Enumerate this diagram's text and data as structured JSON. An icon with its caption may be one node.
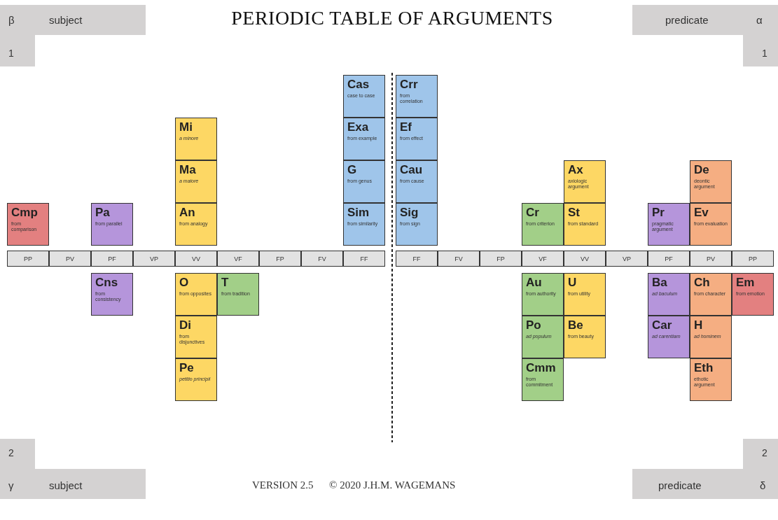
{
  "diagram": {
    "title": "PERIODIC TABLE OF ARGUMENTS",
    "nodes": [
      {
        "text": [
          "Cas",
          "case to case"
        ]
      },
      {
        "text": [
          "Crr",
          "from correlation"
        ]
      },
      {
        "text": [
          "Mi",
          "a minore"
        ]
      },
      {
        "text": [
          "Exa",
          "from example"
        ]
      },
      {
        "text": [
          "Ef",
          "from effect"
        ]
      },
      {
        "text": [
          "Ma",
          "a maiore"
        ]
      },
      {
        "text": [
          "G",
          "from genus"
        ]
      },
      {
        "text": [
          "Cau",
          "from cause"
        ]
      },
      {
        "text": [
          "Ax",
          "axiologic argument"
        ]
      },
      {
        "text": [
          "De",
          "deontic argument"
        ]
      },
      {
        "text": [
          "Cmp",
          "from comparison"
        ]
      },
      {
        "text": [
          "Pa",
          "from parallel"
        ]
      },
      {
        "text": [
          "An",
          "from analogy"
        ]
      },
      {
        "text": [
          "Sim",
          "from similarity"
        ]
      },
      {
        "text": [
          "Sig",
          "from sign"
        ]
      },
      {
        "text": [
          "Cr",
          "from criterion"
        ]
      },
      {
        "text": [
          "St",
          "from standard"
        ]
      },
      {
        "text": [
          "Pr",
          "pragmatic argument"
        ]
      },
      {
        "text": [
          "Ev",
          "from evaluation"
        ]
      },
      {
        "text": [
          "PP"
        ]
      },
      {
        "text": [
          "PV"
        ]
      },
      {
        "text": [
          "PF"
        ]
      },
      {
        "text": [
          "VP"
        ]
      },
      {
        "text": [
          "VV"
        ]
      },
      {
        "text": [
          "VF"
        ]
      },
      {
        "text": [
          "FP"
        ]
      },
      {
        "text": [
          "FV"
        ]
      },
      {
        "text": [
          "FF"
        ]
      },
      {
        "text": [
          "FF"
        ]
      },
      {
        "text": [
          "FV"
        ]
      },
      {
        "text": [
          "FP"
        ]
      },
      {
        "text": [
          "VF"
        ]
      },
      {
        "text": [
          "VV"
        ]
      },
      {
        "text": [
          "VP"
        ]
      },
      {
        "text": [
          "PF"
        ]
      },
      {
        "text": [
          "PV"
        ]
      },
      {
        "text": [
          "PP"
        ]
      },
      {
        "text": [
          "Cns",
          "from consistency"
        ]
      },
      {
        "text": [
          "O",
          "from opposites"
        ]
      },
      {
        "text": [
          "T",
          "from tradition"
        ]
      },
      {
        "text": [
          "Au",
          "from authority"
        ]
      },
      {
        "text": [
          "U",
          "from utility"
        ]
      },
      {
        "text": [
          "Ba",
          "ad baculum"
        ]
      },
      {
        "text": [
          "Ch",
          "from character"
        ]
      },
      {
        "text": [
          "Em",
          "from emotion"
        ]
      },
      {
        "text": [
          "Di",
          "from disjunctives"
        ]
      },
      {
        "text": [
          "Po",
          "ad populum"
        ]
      },
      {
        "text": [
          "Be",
          "from beauty"
        ]
      },
      {
        "text": [
          "Car",
          "ad carentiam"
        ]
      },
      {
        "text": [
          "H",
          "ad hominem"
        ]
      },
      {
        "text": [
          "Pe",
          "petitio principii"
        ]
      },
      {
        "text": [
          "Cmm",
          "from commitment"
        ]
      },
      {
        "text": [
          "Eth",
          "ethotic argument"
        ]
      }
    ],
    "labels": [
      "β",
      "subject",
      "predicate",
      "α",
      "1",
      "1",
      "2",
      "2",
      "γ",
      "subject",
      "VERSION 2.5",
      "© 2020 J.H.M. WAGEMANS",
      "predicate",
      "δ"
    ]
  }
}
